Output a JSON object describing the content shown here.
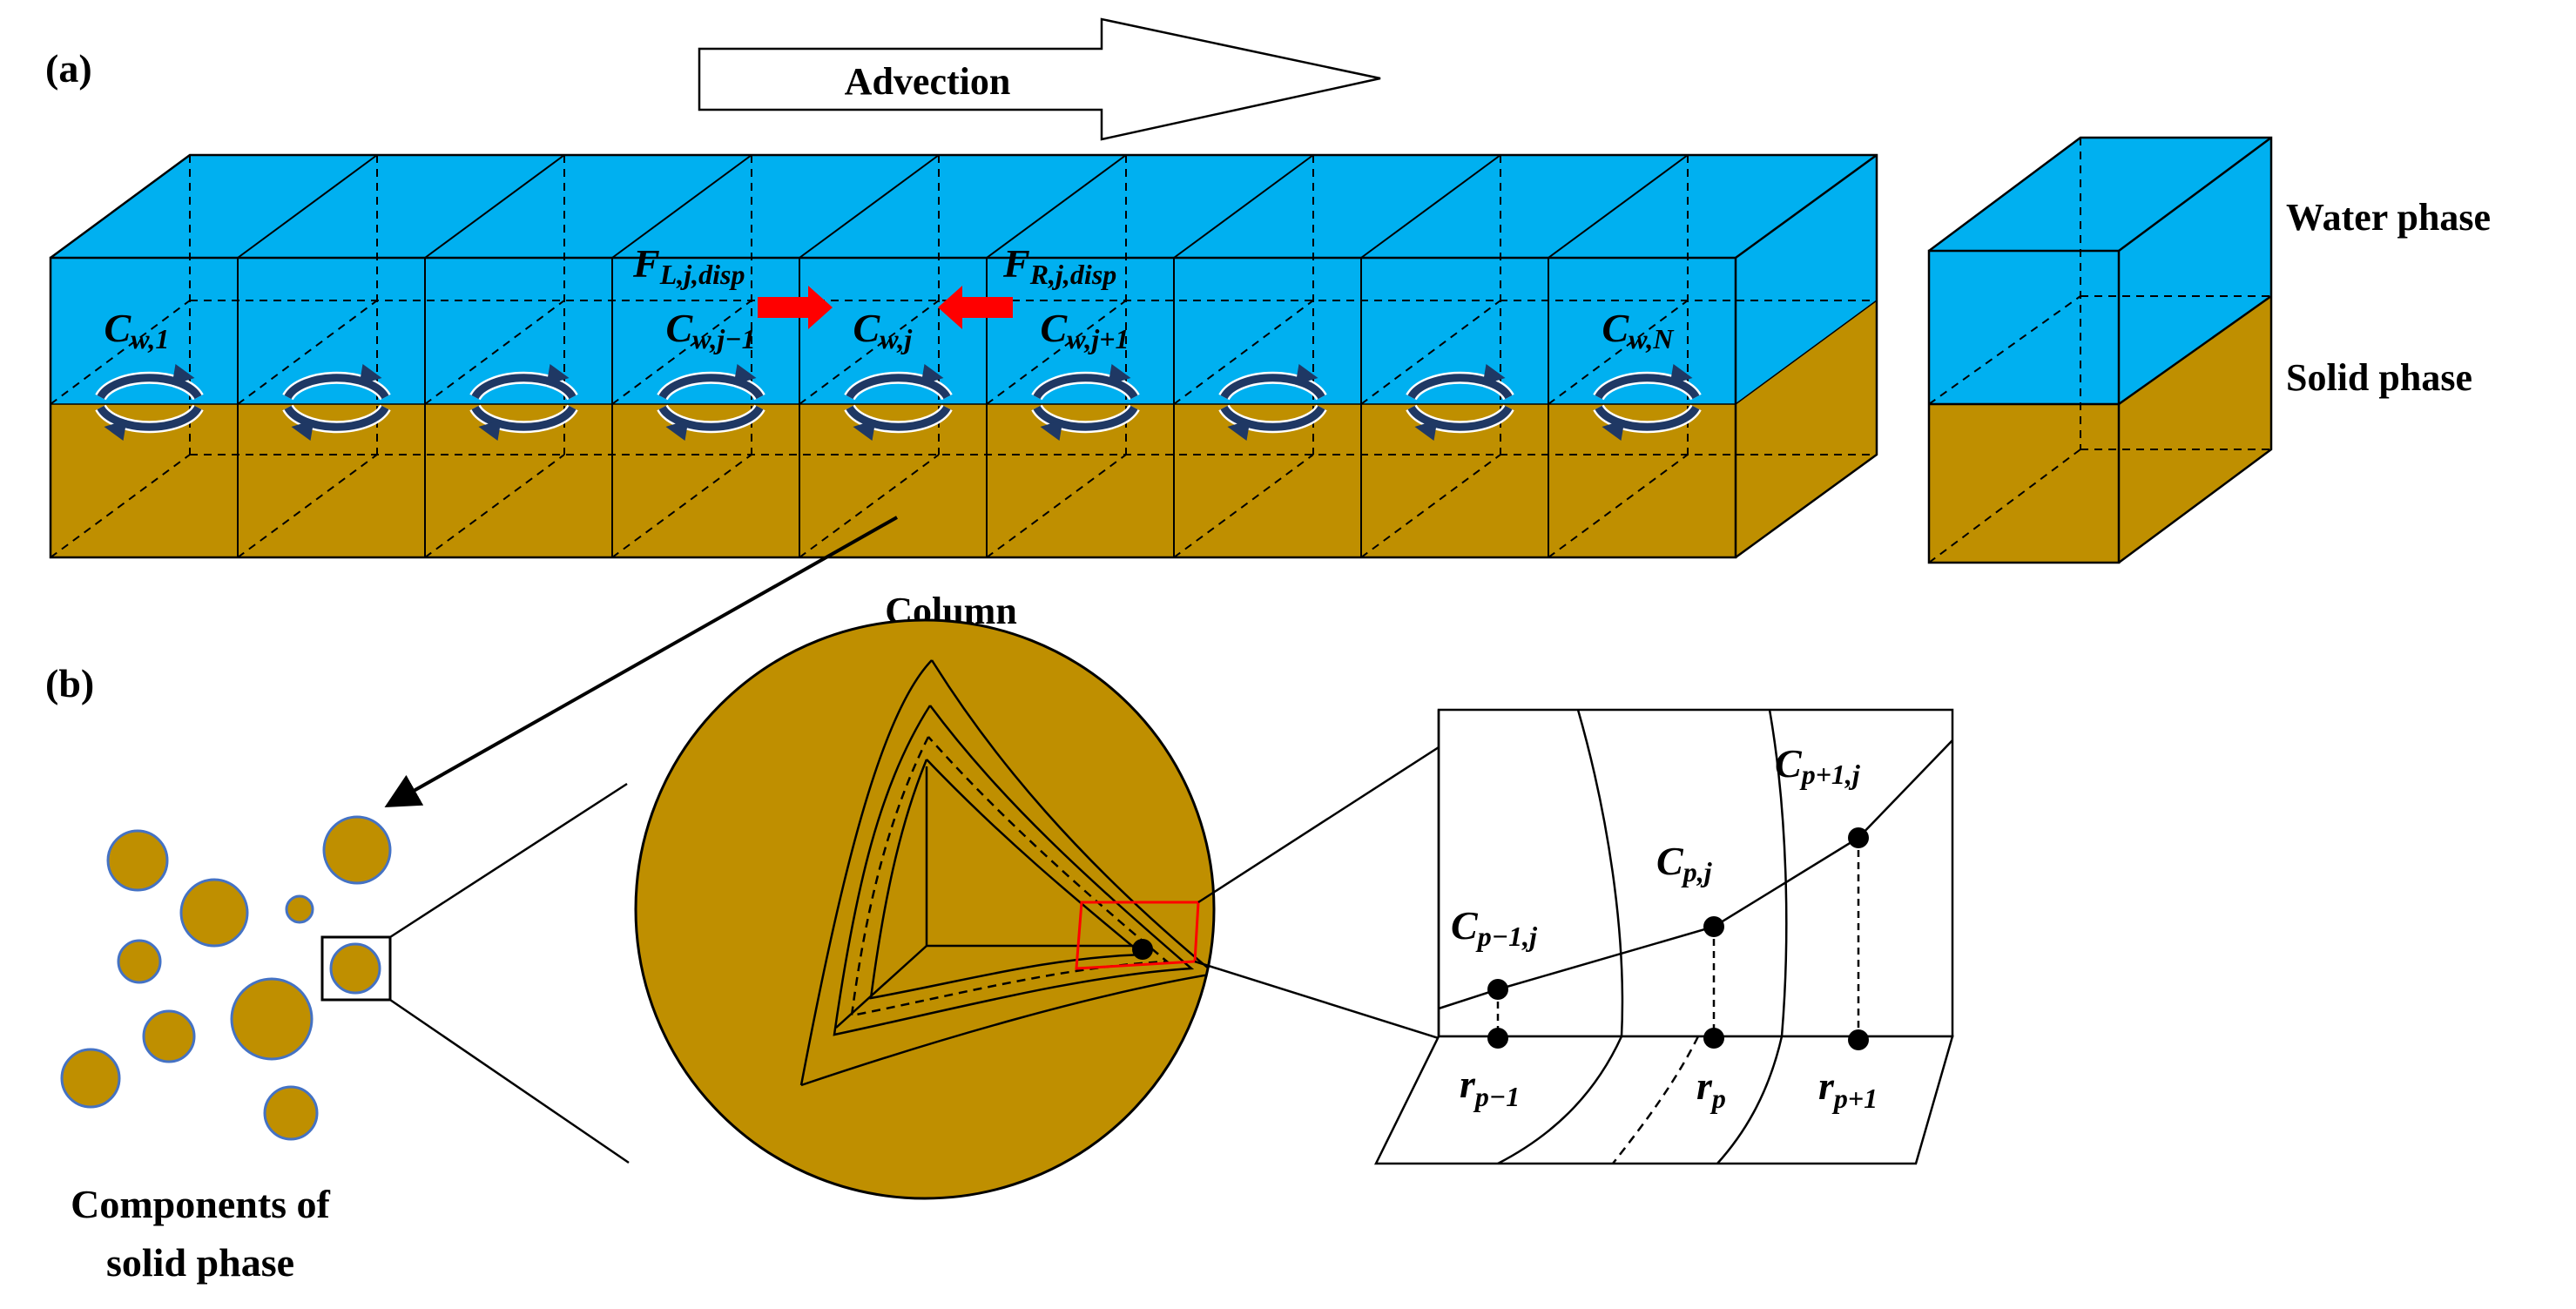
{
  "panels": {
    "a": "(a)",
    "b": "(b)"
  },
  "labels": {
    "advection": "Advection",
    "water_phase": "Water phase",
    "solid_phase": "Solid phase",
    "column": "Column",
    "components_line1": "Components of",
    "components_line2": "solid phase"
  },
  "cells": [
    {
      "index": 1,
      "concentration": {
        "base": "C",
        "sub": "w,1"
      }
    },
    {
      "index": 2,
      "concentration": null
    },
    {
      "index": 3,
      "concentration": null
    },
    {
      "index": 4,
      "concentration": {
        "base": "C",
        "sub": "w,j−1"
      }
    },
    {
      "index": 5,
      "concentration": {
        "base": "C",
        "sub": "w,j"
      }
    },
    {
      "index": 6,
      "concentration": {
        "base": "C",
        "sub": "w,j+1"
      }
    },
    {
      "index": 7,
      "concentration": null
    },
    {
      "index": 8,
      "concentration": null
    },
    {
      "index": 9,
      "concentration": {
        "base": "C",
        "sub": "w,N"
      }
    }
  ],
  "fluxes": {
    "left": {
      "base": "F",
      "sub": "L,j,disp"
    },
    "right": {
      "base": "F",
      "sub": "R,j,disp"
    }
  },
  "shell_nodes": [
    {
      "c_base": "C",
      "c_sub": "p−1,j",
      "r_base": "r",
      "r_sub": "p−1"
    },
    {
      "c_base": "C",
      "c_sub": "p,j",
      "r_base": "r",
      "r_sub": "p"
    },
    {
      "c_base": "C",
      "c_sub": "p+1,j",
      "r_base": "r",
      "r_sub": "p+1"
    }
  ],
  "colors": {
    "water": "#00B0F0",
    "solid": "#BF8F00",
    "flux_arrow": "#FF0000",
    "particle_outline": "#4472C4",
    "mixing_arrow": "#1F3864",
    "highlight_box": "#FF0000"
  },
  "icons": {
    "mixing": "circular-mixing-arrows-icon",
    "advection": "right-arrow-icon",
    "flux": "red-block-arrow-icon"
  }
}
